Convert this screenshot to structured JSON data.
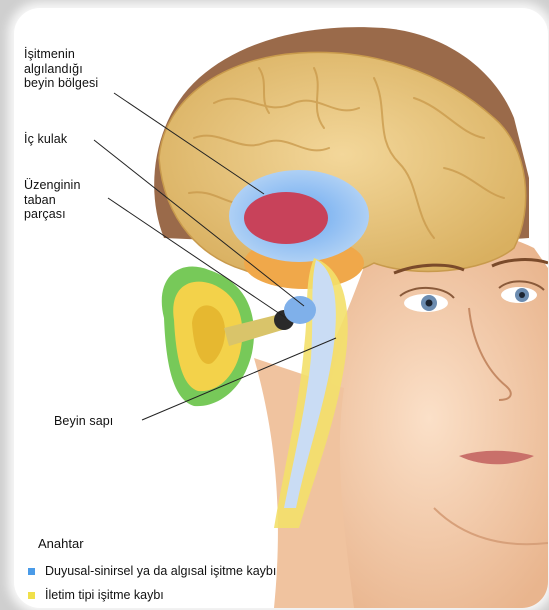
{
  "labels": {
    "hearing_area": [
      "İşitmenin",
      "algılandığı",
      "beyin bölgesi"
    ],
    "inner_ear": "İç kulak",
    "stapes": [
      "Üzenginin",
      "taban",
      "parçası"
    ],
    "brainstem": "Beyin sapı"
  },
  "key": {
    "title": "Anahtar",
    "items": [
      {
        "label": "Duyusal-sinirsel ya da algısal işitme kaybı",
        "color": "#4a9be8"
      },
      {
        "label": "İletim tipi işitme kaybı",
        "color": "#f0e04a"
      }
    ]
  },
  "colors": {
    "sensorineural": "#4a9be8",
    "conductive": "#f0e04a",
    "brain": "#e9c97a",
    "skin": "#f3c9a6",
    "ear_outline": "#5fbf3c"
  }
}
